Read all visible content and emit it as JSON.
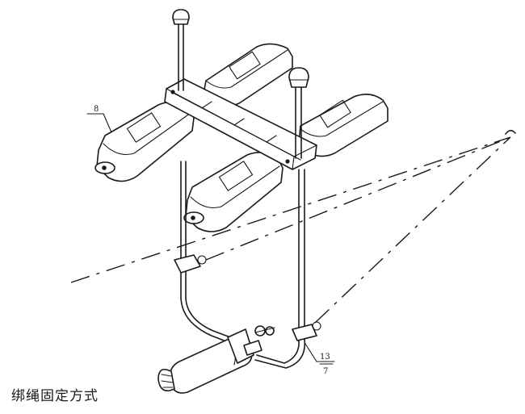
{
  "caption": "绑绳固定方式",
  "callouts": {
    "float_label": "8",
    "clamp_label_top": "13",
    "clamp_label_bottom": "7"
  }
}
